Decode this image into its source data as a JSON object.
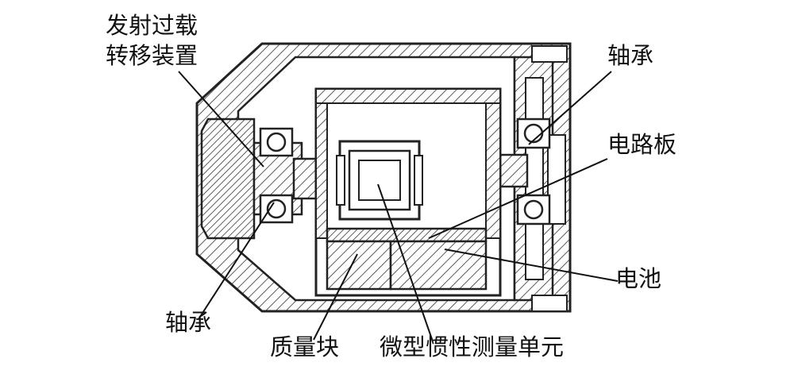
{
  "labels": {
    "launch_overload_line1": "发射过载",
    "launch_overload_line2": "转移装置",
    "bearing_top": "轴承",
    "circuit_board": "电路板",
    "battery": "电池",
    "bearing_bottom": "轴承",
    "mass_block": "质量块",
    "mimu": "微型惯性测量单元"
  }
}
